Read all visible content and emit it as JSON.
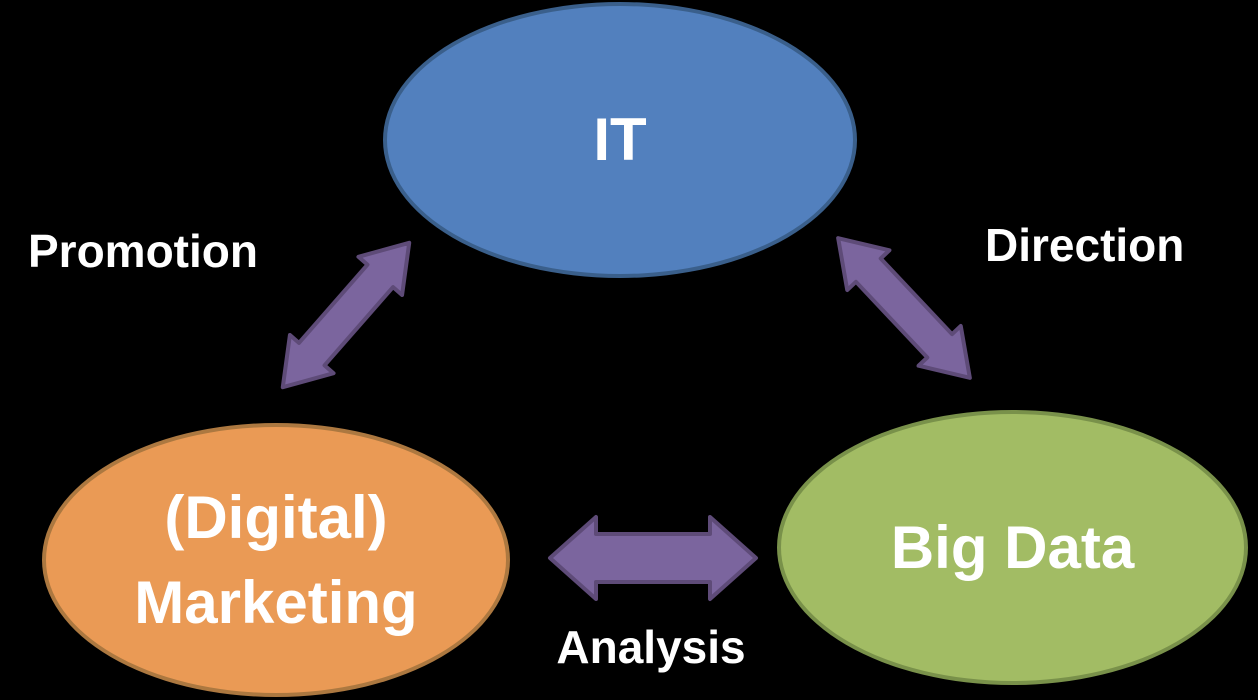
{
  "diagram": {
    "title": "IT / (Digital) Marketing / Big Data relationship diagram",
    "background_color": "#000000",
    "text_color": "#FFFFFF",
    "nodes": [
      {
        "id": "it",
        "label": "IT",
        "shape": "ellipse",
        "fill": "#5280BE",
        "border": "#3A5F8B"
      },
      {
        "id": "digital-marketing",
        "label_lines": [
          "(Digital)",
          "Marketing"
        ],
        "shape": "ellipse",
        "fill": "#EA9A55",
        "border": "#AC7840"
      },
      {
        "id": "big-data",
        "label": "Big Data",
        "shape": "ellipse",
        "fill": "#A2BC64",
        "border": "#79914A"
      }
    ],
    "edges": [
      {
        "label": "Promotion",
        "between": [
          "it",
          "digital-marketing"
        ],
        "arrow": "double-headed",
        "fill": "#7B659E",
        "border": "#5E4B78"
      },
      {
        "label": "Direction",
        "between": [
          "it",
          "big-data"
        ],
        "arrow": "double-headed",
        "fill": "#7B659E",
        "border": "#5E4B78"
      },
      {
        "label": "Analysis",
        "between": [
          "digital-marketing",
          "big-data"
        ],
        "arrow": "double-headed",
        "fill": "#7B659E",
        "border": "#5E4B78"
      }
    ]
  }
}
